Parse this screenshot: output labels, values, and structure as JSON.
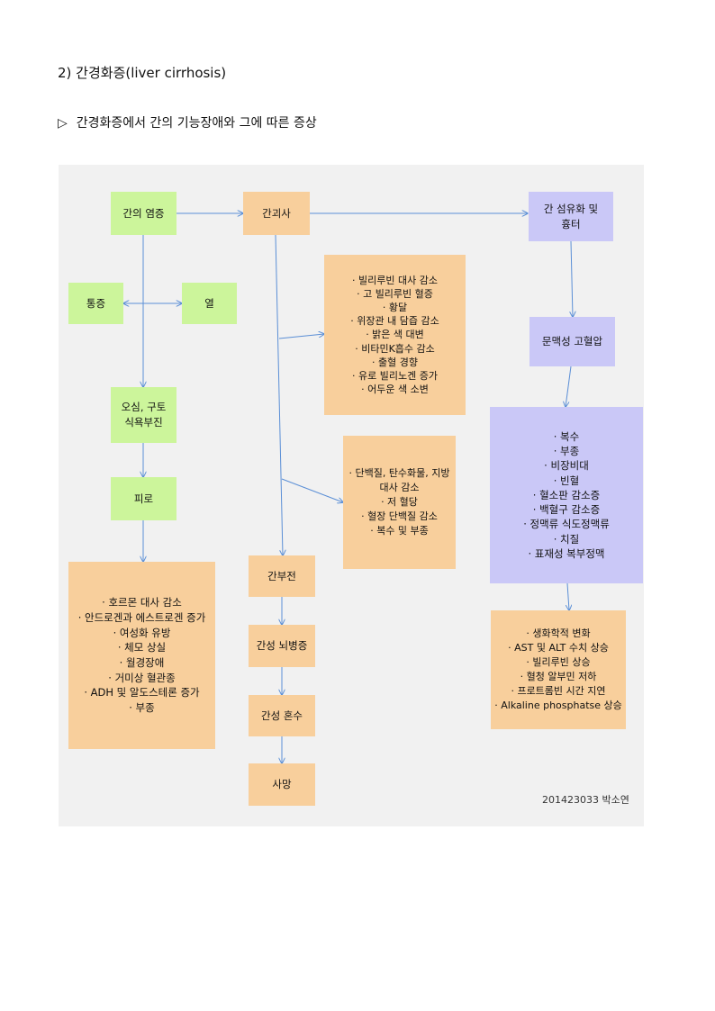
{
  "heading": "2) 간경화증(liver  cirrhosis)",
  "subheading": {
    "marker": "▷",
    "text": "간경화증에서 간의 기능장애와 그에 따른 증상"
  },
  "diagram": {
    "liver_inflammation": "간의 염증",
    "pain": "통증",
    "fever": "열",
    "nausea": [
      "오심, 구토",
      "식욕부진"
    ],
    "fatigue": "피로",
    "hormone_effects": [
      "· 호르몬 대사 감소",
      "· 안드로겐과 에스트로겐 증가",
      "· 여성화 유방",
      "· 체모 상실",
      "· 월경장애",
      "· 거미상 혈관종",
      "· ADH 및 알도스테론 증가",
      "· 부종"
    ],
    "hepatic_necrosis": "간괴사",
    "bilirubin_effects": [
      "· 빌리루빈 대사 감소",
      "· 고 빌리루빈 혈증",
      "· 황달",
      "· 위장관 내 담즙 감소",
      "· 밝은 색 대변",
      "· 비타민K흡수 감소",
      "· 출혈 경향",
      "· 유로 빌리노겐 증가",
      "· 어두운 색 소변"
    ],
    "metabolism_effects": [
      "· 단백질, 탄수화물, 지방",
      "대사 감소",
      "· 저 혈당",
      "· 혈장 단백질 감소",
      "· 복수 및 부종"
    ],
    "hepatic_failure": "간부전",
    "hepatic_encephalopathy": "간성 뇌병증",
    "hepatic_coma": "간성 혼수",
    "death": "사망",
    "fibrosis": [
      "간 섬유화 및",
      "흉터"
    ],
    "portal_hypertension": "문맥성 고혈압",
    "portal_effects": [
      "· 복수",
      "· 부종",
      "· 비장비대",
      "· 빈혈",
      "· 혈소판 감소증",
      "· 백혈구 감소증",
      "· 정맥류 식도정맥류",
      "· 치질",
      "· 표재성 복부정맥"
    ],
    "lab_changes": [
      "· 생화학적 변화",
      "· AST 및 ALT 수치 상승",
      "· 빌리루빈 상승",
      "· 혈청 알부민 저하",
      "· 프로트롬빈 시간 지연",
      "· Alkaline phosphatse 상승"
    ],
    "credit": "201423033 박소연"
  },
  "colors": {
    "green": "#ccf59b",
    "orange": "#f8cf9c",
    "purple": "#cac8f7",
    "arrow": "#5b8fd6",
    "background": "#f1f1f1"
  }
}
